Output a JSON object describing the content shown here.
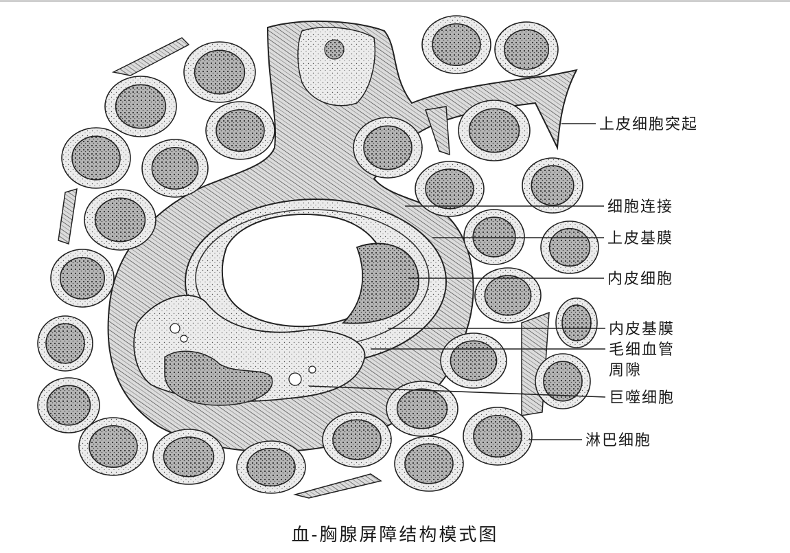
{
  "figure": {
    "caption": "血-胸腺屏障结构模式图",
    "labels": {
      "epithelial_process": "上皮细胞突起",
      "cell_junction": "细胞连接",
      "epithelial_basement_membrane": "上皮基膜",
      "endothelial_cell": "内皮细胞",
      "endothelial_basement_membrane": "内皮基膜",
      "pericapillary_space_line1": "毛细血管",
      "pericapillary_space_line2": "周隙",
      "macrophage": "巨噬细胞",
      "lymphocyte": "淋巴细胞"
    },
    "colors": {
      "ink": "#1a1a1a",
      "cell_fill": "#e9e9e9",
      "nucleus_fill": "#9a9a9a",
      "paper": "#ffffff"
    }
  }
}
